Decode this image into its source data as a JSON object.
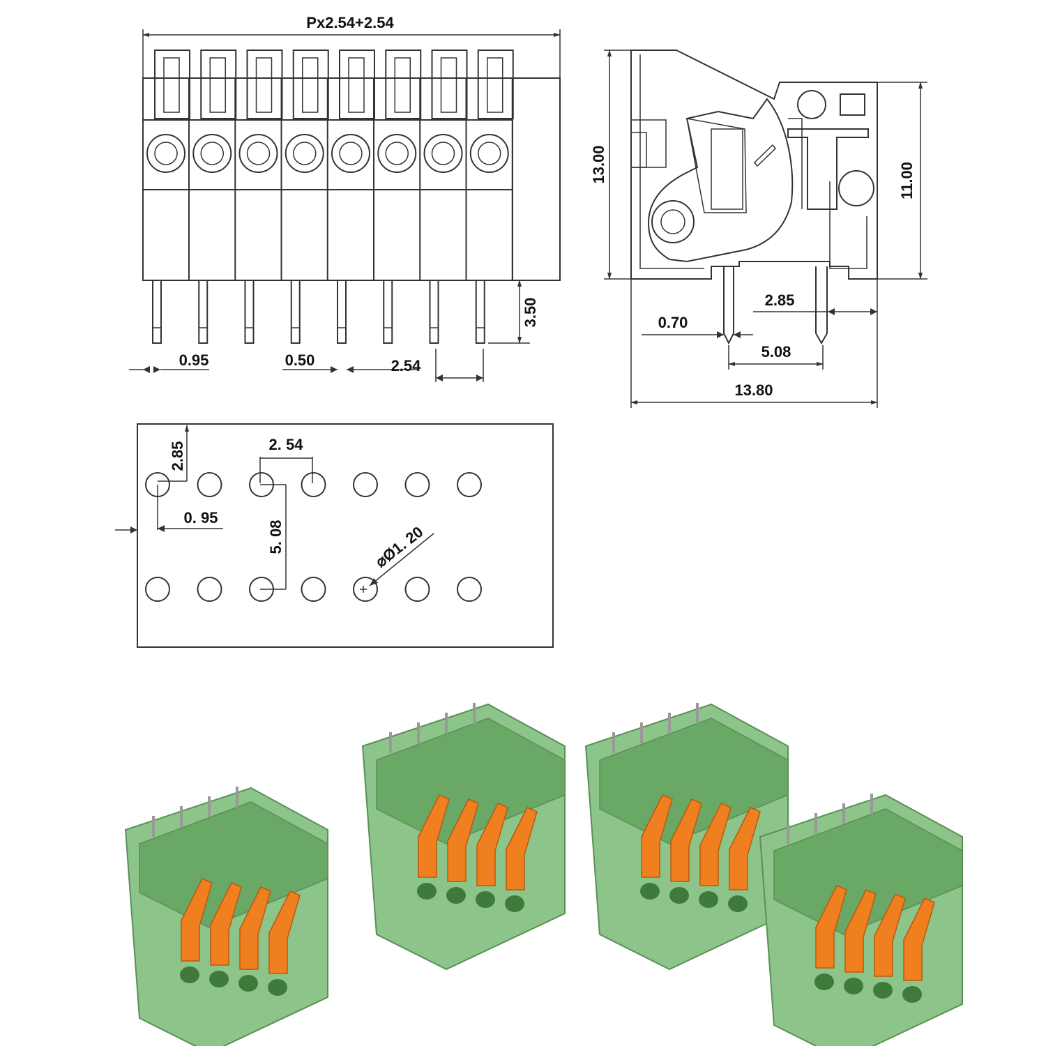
{
  "front_view": {
    "total_width_label": "Px2.54+2.54",
    "pin_length_label": "3.50",
    "pin_width_label": "0.95",
    "pin_thickness_label": "0.50",
    "pitch_label": "2.54"
  },
  "side_view": {
    "height_label": "13.00",
    "body_height_label": "11.00",
    "pin_offset_label": "2.85",
    "pin_thickness_label": "0.70",
    "row_spacing_label": "5.08",
    "depth_label": "13.80"
  },
  "pcb_layout": {
    "edge_offset_label": "2.85",
    "pitch_label": "2. 54",
    "side_offset_label": "0. 95",
    "row_spacing_label": "5. 08",
    "hole_diameter_label": "⌀Ø1. 20"
  },
  "colors": {
    "housing_green": "#8dc48a",
    "housing_dark_green": "#6aa865",
    "lever_orange": "#f07f1f",
    "outline": "#333333"
  }
}
